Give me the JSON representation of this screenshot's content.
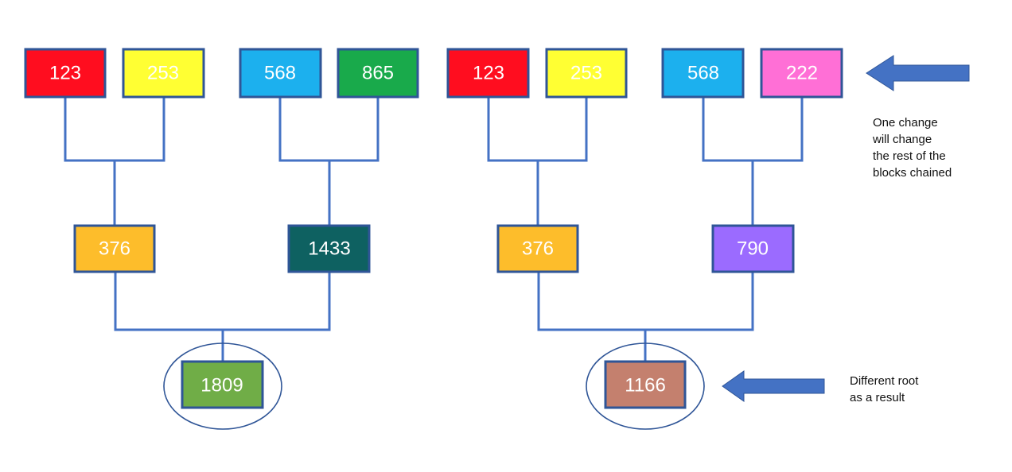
{
  "left_tree": {
    "leaves": [
      {
        "value": "123",
        "color": "#FF0D1F"
      },
      {
        "value": "253",
        "color": "#FFFF33"
      },
      {
        "value": "568",
        "color": "#1CB0EE"
      },
      {
        "value": "865",
        "color": "#19AA4B"
      }
    ],
    "middle": [
      {
        "value": "376",
        "color": "#FDBD2B"
      },
      {
        "value": "1433",
        "color": "#0E6161"
      }
    ],
    "root": {
      "value": "1809",
      "color": "#70AD47"
    }
  },
  "right_tree": {
    "leaves": [
      {
        "value": "123",
        "color": "#FF0D1F"
      },
      {
        "value": "253",
        "color": "#FFFF33"
      },
      {
        "value": "568",
        "color": "#1CB0EE"
      },
      {
        "value": "222",
        "color": "#FF6FD6"
      }
    ],
    "middle": [
      {
        "value": "376",
        "color": "#FDBD2B"
      },
      {
        "value": "790",
        "color": "#9B6BFF"
      }
    ],
    "root": {
      "value": "1166",
      "color": "#C4806E"
    }
  },
  "annotations": {
    "change_note": [
      "One change",
      "will change",
      "the rest of the",
      "blocks chained"
    ],
    "root_note": [
      "Different root",
      "as a result"
    ]
  },
  "colors": {
    "connector": "#4472C4",
    "box_border": "#2F5597",
    "arrow_fill": "#4472C4",
    "ellipse_stroke": "#2F5597"
  }
}
